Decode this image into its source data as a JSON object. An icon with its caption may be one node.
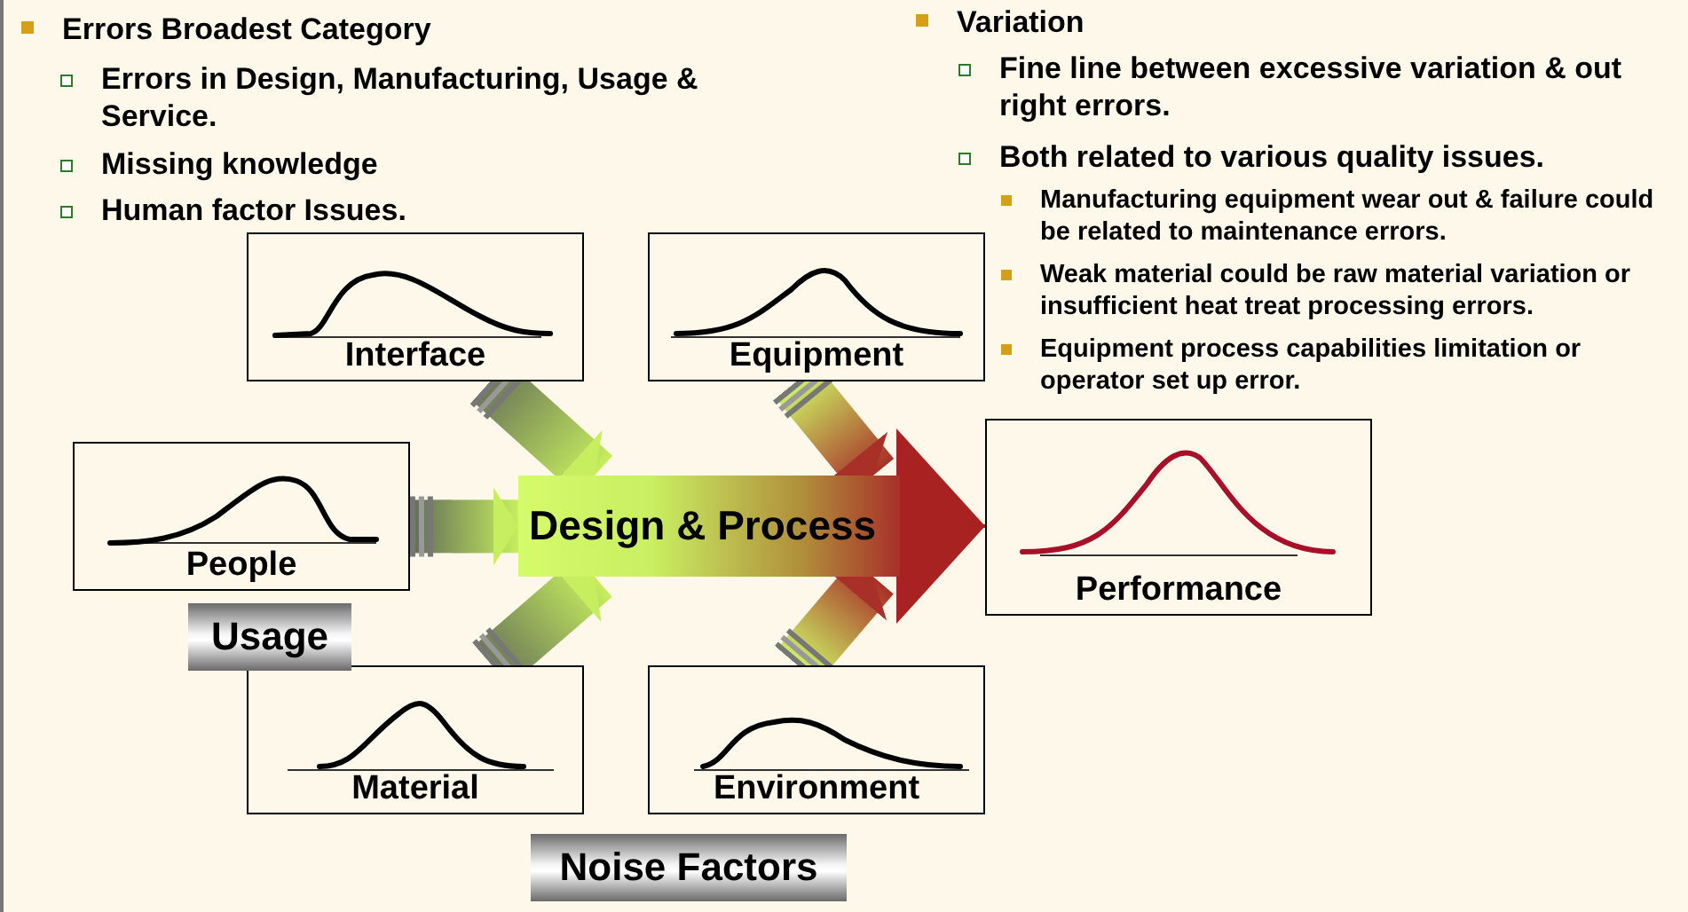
{
  "diagram": {
    "nodes": [
      {
        "text": [
          "Interface"
        ]
      },
      {
        "text": [
          "Equipment"
        ]
      },
      {
        "text": [
          "People"
        ]
      },
      {
        "text": [
          "Design & Process"
        ]
      },
      {
        "text": [
          "Performance"
        ]
      },
      {
        "text": [
          "Material"
        ]
      },
      {
        "text": [
          "Environment"
        ]
      },
      {
        "text": [
          "Usage"
        ]
      },
      {
        "text": [
          "Noise Factors"
        ]
      }
    ],
    "edges": [
      {
        "from": 0,
        "to": 3,
        "arrow": "to",
        "style": "thick"
      },
      {
        "from": 1,
        "to": 3,
        "arrow": "to",
        "style": "thick"
      },
      {
        "from": 2,
        "to": 3,
        "arrow": "to",
        "style": "thick"
      },
      {
        "from": 5,
        "to": 3,
        "arrow": "to",
        "style": "thick"
      },
      {
        "from": 6,
        "to": 3,
        "arrow": "to",
        "style": "thick"
      },
      {
        "from": 3,
        "to": 4,
        "arrow": "to"
      }
    ],
    "labels": [
      "Errors Broadest Category",
      "Errors in Design, Manufacturing, Usage & Service.",
      "Missing knowledge",
      "Human factor Issues.",
      "Variation",
      "Fine line between excessive variation & out right errors.",
      "Both related to various quality issues.",
      "Manufacturing equipment wear out & failure could be related to maintenance errors.",
      "Weak material could be raw material variation or insufficient heat treat processing errors.",
      "Equipment process capabilities limitation or operator set up error."
    ]
  }
}
